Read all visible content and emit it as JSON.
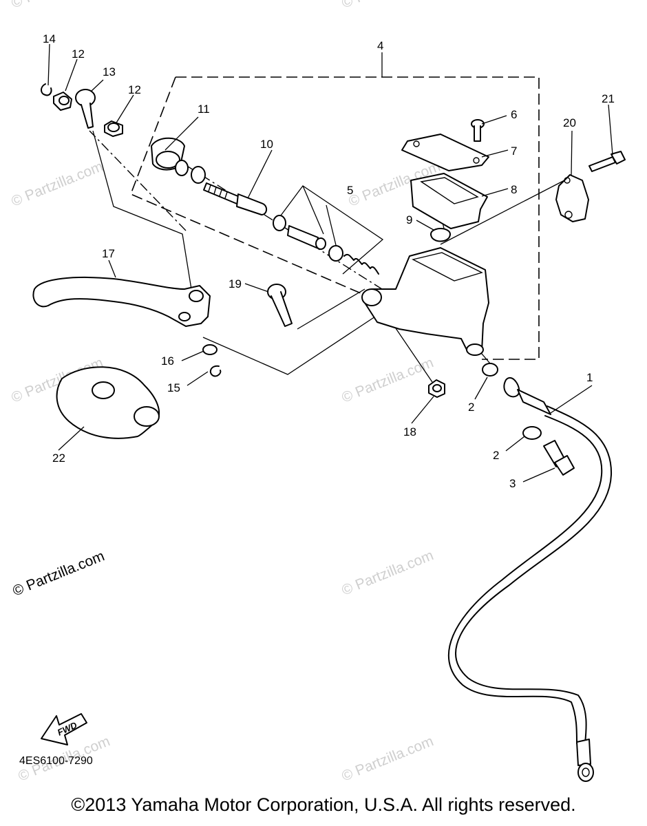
{
  "diagram": {
    "callouts": {
      "c1": "1",
      "c2a": "2",
      "c2b": "2",
      "c3": "3",
      "c4": "4",
      "c5": "5",
      "c6": "6",
      "c7": "7",
      "c8": "8",
      "c9": "9",
      "c10": "10",
      "c11": "11",
      "c12a": "12",
      "c12b": "12",
      "c13": "13",
      "c14": "14",
      "c15": "15",
      "c16": "16",
      "c17": "17",
      "c18": "18",
      "c19": "19",
      "c20": "20",
      "c21": "21",
      "c22": "22"
    },
    "fwd_label": "FWD",
    "reference_code": "4ES6100-7290",
    "copyright": "©2013  Yamaha Motor Corporation, U.S.A. All rights reserved.",
    "watermark": "© Partzilla.com"
  }
}
